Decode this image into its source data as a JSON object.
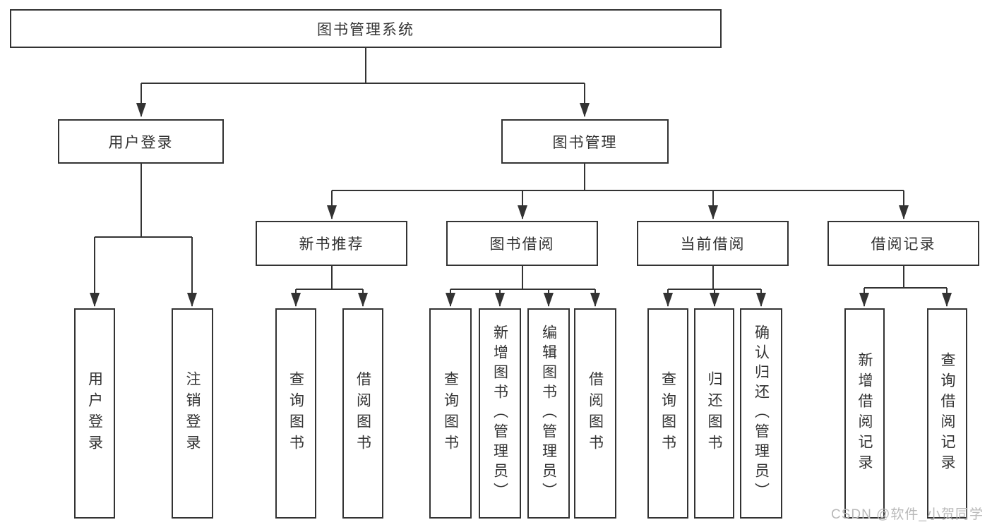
{
  "diagram": {
    "root": "图书管理系统",
    "user_login": {
      "label": "用户登录",
      "children": [
        "用户登录",
        "注销登录"
      ]
    },
    "book_management": {
      "label": "图书管理",
      "groups": [
        {
          "label": "新书推荐",
          "children": [
            "查询图书",
            "借阅图书"
          ]
        },
        {
          "label": "图书借阅",
          "children": [
            "查询图书",
            "新增图书（管理员）",
            "编辑图书（管理员）",
            "借阅图书"
          ]
        },
        {
          "label": "当前借阅",
          "children": [
            "查询图书",
            "归还图书",
            "确认归还（管理员）"
          ]
        },
        {
          "label": "借阅记录",
          "children": [
            "新增借阅记录",
            "查询借阅记录"
          ]
        }
      ]
    }
  },
  "watermark": "CSDN @软件_小贺同学",
  "colors": {
    "line": "#333333",
    "text": "#333333",
    "watermark": "#b9b9b9",
    "background": "#ffffff"
  }
}
